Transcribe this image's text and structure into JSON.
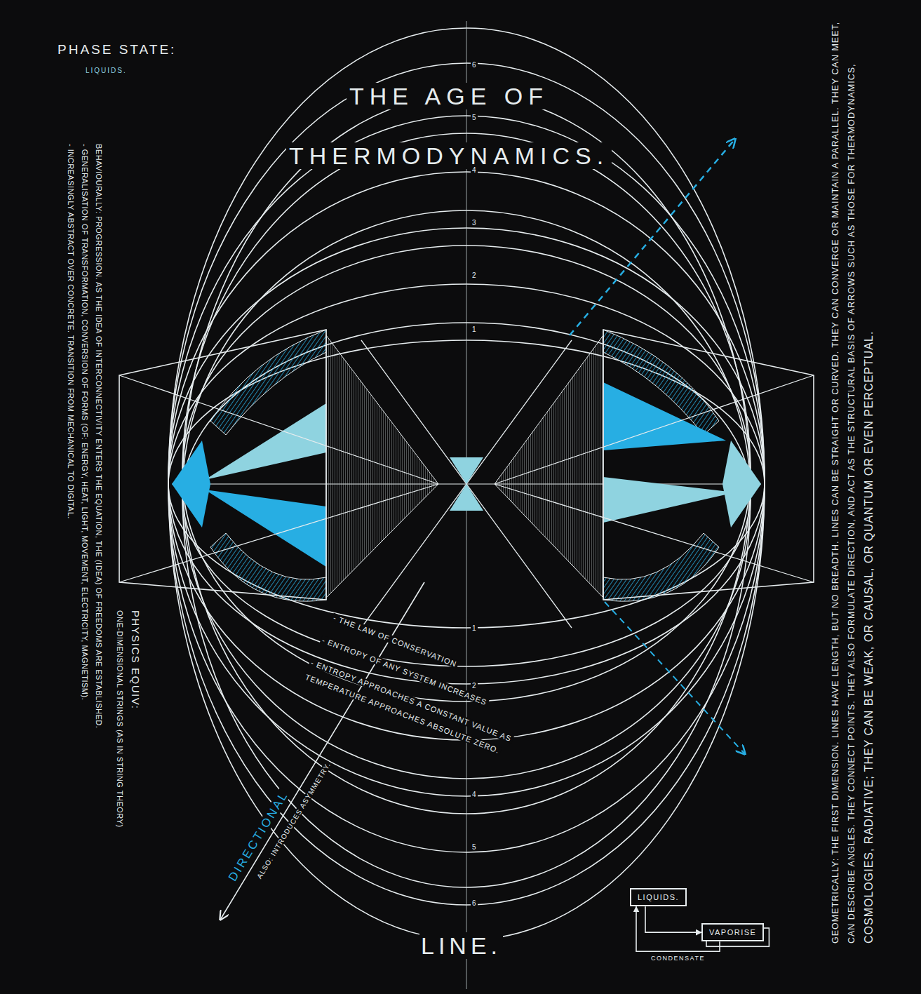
{
  "diagram": {
    "title": "THE AGE OF THERMODYNAMICS.",
    "nodes": [
      {
        "text": [
          "LIQUIDS."
        ]
      },
      {
        "text": [
          "VAPORISE"
        ]
      }
    ],
    "edges": [
      {
        "from": 0,
        "to": 1,
        "arrow": "to"
      },
      {
        "from": 1,
        "to": 0,
        "label": "CONDENSATE",
        "arrow": "to"
      }
    ],
    "labels": [
      "PHASE STATE:",
      "LIQUIDS.",
      "BEHAVIOURALLY: PROGRESSION. AS THE IDEA OF INTERCONNECTIVITY ENTERS THE EQUATION, THE (IDEA) OF FREEDOMS ARE ESTABLISHED.",
      "- GENERALISATION OF TRANSFORMATION, CONVERSION OF FORMS (OF: ENERGY, HEAT, LIGHT, MOVEMENT, ELECTRICITY, MAGNETISM).",
      "- INCREASINGLY ABSTRACT OVER CONCRETE. TRANSITION FROM MECHANICAL TO DIGITAL.",
      "PHYSICS EQUIV:",
      "ONE-DIMENSIONAL STRINGS (AS IN STRING THEORY)",
      "6",
      "5",
      "4",
      "3",
      "2",
      "1",
      "1",
      "2",
      "3",
      "4",
      "5",
      "6",
      "- THE LAW OF CONSERVATION",
      "- ENTROPY OF ANY SYSTEM INCREASES",
      "- ENTROPY APPROACHES A CONSTANT VALUE AS TEMPERATURE APPROACHES ABSOLUTE ZERO.",
      "DIRECTIONAL",
      "ALSO: INTRODUCES ASYMMETRY.",
      "LINE.",
      "GEOMETRICALLY: THE FIRST DIMENSION. LINES HAVE LENGTH, BUT NO BREADTH. LINES CAN BE STRAIGHT OR CURVED. THEY CAN CONVERGE OR MAINTAIN A PARALLEL. THEY CAN MEET, CAN DESCRIBE ANGLES. THEY CONNECT POINTS. THEY ALSO FORMULATE DIRECTION, AND ACT AS THE STRUCTURAL BASIS OF ARROWS SUCH AS THOSE FOR THERMODYNAMICS,",
      "COSMOLOGIES, RADIATIVE; THEY CAN BE WEAK, OR CAUSAL, OR QUANTUM OR EVEN PERCEPTUAL."
    ]
  }
}
